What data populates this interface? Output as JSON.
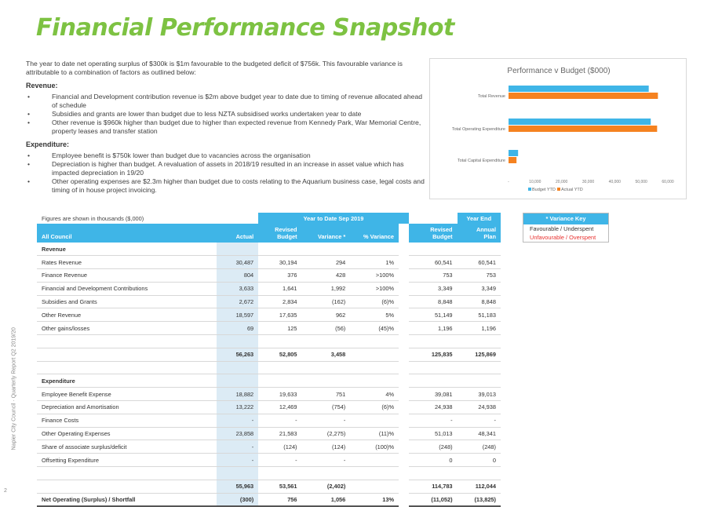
{
  "side": {
    "label": "Napier City Council · Quarterly Report Q2 2019/20",
    "page": "2"
  },
  "title": "Financial Performance Snapshot",
  "intro": "The year to date net operating surplus of $300k is $1m favourable to the budgeted deficit of $756k. This favourable variance is attributable to a combination of factors as outlined below:",
  "revenue": {
    "heading": "Revenue:",
    "items": [
      "Financial and Development contribution revenue is $2m above budget year to date due to timing of revenue allocated ahead of schedule",
      "Subsidies and grants are lower than budget due to less NZTA subsidised works undertaken year to date",
      "Other revenue is $960k higher than budget due to higher than expected revenue from Kennedy Park, War Memorial Centre, property leases and transfer station"
    ]
  },
  "expenditure": {
    "heading": "Expenditure:",
    "items": [
      "Employee benefit is $750k lower than budget due to vacancies across the organisation",
      "Depreciation is higher than budget. A revaluation of assets in 2018/19 resulted in an increase in asset value which has impacted depreciation in 19/20",
      "Other operating expenses are $2.3m higher than budget due to costs relating to the Aquarium business case, legal costs and timing of in house project invoicing."
    ]
  },
  "chart_data": {
    "type": "bar",
    "orientation": "horizontal",
    "title": "Performance v Budget ($000)",
    "categories": [
      "Total Revenue",
      "Total Operating Expenditure",
      "Total Capital Expenditure"
    ],
    "series": [
      {
        "name": "Budget YTD",
        "values": [
          52805,
          53561,
          3600
        ],
        "color": "#3fb5e7"
      },
      {
        "name": "Actual YTD",
        "values": [
          56263,
          55963,
          3000
        ],
        "color": "#f58220"
      }
    ],
    "xticks": [
      "-",
      "10,000",
      "20,000",
      "30,000",
      "40,000",
      "50,000",
      "60,000"
    ],
    "xlim": [
      0,
      60000
    ],
    "legend": "bottom-left",
    "grid": false
  },
  "table": {
    "note": "Figures are shown in thousands ($,000)",
    "group_ytd": "Year to Date Sep 2019",
    "group_ye": "Year End",
    "headers": {
      "name": "All Council",
      "actual": "Actual",
      "revised_budget": "Revised\nBudget",
      "variance": "Variance *",
      "pct_variance": "% Variance",
      "ye_revised_budget": "Revised\nBudget",
      "annual_plan": "Annual\nPlan"
    },
    "revenue_label": "Revenue",
    "revenue_rows": [
      {
        "name": "Rates Revenue",
        "actual": "30,487",
        "budget": "30,194",
        "variance": "294",
        "pct": "1%",
        "pct_cls": "",
        "var_cls": "",
        "ye_budget": "60,541",
        "plan": "60,541"
      },
      {
        "name": "Finance Revenue",
        "actual": "804",
        "budget": "376",
        "variance": "428",
        "pct": ">100%",
        "pct_cls": "fav",
        "var_cls": "",
        "ye_budget": "753",
        "plan": "753"
      },
      {
        "name": "Financial and Development Contributions",
        "actual": "3,633",
        "budget": "1,641",
        "variance": "1,992",
        "pct": ">100%",
        "pct_cls": "fav",
        "var_cls": "",
        "ye_budget": "3,349",
        "plan": "3,349"
      },
      {
        "name": "Subsidies and Grants",
        "actual": "2,672",
        "budget": "2,834",
        "variance": "(162)",
        "pct": "(6)%",
        "pct_cls": "unfav",
        "var_cls": "unfav",
        "ye_budget": "8,848",
        "plan": "8,848"
      },
      {
        "name": "Other Revenue",
        "actual": "18,597",
        "budget": "17,635",
        "variance": "962",
        "pct": "5%",
        "pct_cls": "",
        "var_cls": "",
        "ye_budget": "51,149",
        "plan": "51,183"
      },
      {
        "name": "Other gains/losses",
        "actual": "69",
        "budget": "125",
        "variance": "(56)",
        "pct": "(45)%",
        "pct_cls": "unfav",
        "var_cls": "unfav",
        "ye_budget": "1,196",
        "plan": "1,196"
      }
    ],
    "revenue_total": {
      "actual": "56,263",
      "budget": "52,805",
      "variance": "3,458",
      "pct": "",
      "ye_budget": "125,835",
      "plan": "125,869"
    },
    "expenditure_label": "Expenditure",
    "expenditure_rows": [
      {
        "name": "Employee Benefit Expense",
        "actual": "18,882",
        "budget": "19,633",
        "variance": "751",
        "pct": "4%",
        "pct_cls": "",
        "var_cls": "",
        "ye_budget": "39,081",
        "plan": "39,013"
      },
      {
        "name": "Depreciation and Amortisation",
        "actual": "13,222",
        "budget": "12,469",
        "variance": "(754)",
        "pct": "(6)%",
        "pct_cls": "unfav",
        "var_cls": "unfav",
        "ye_budget": "24,938",
        "plan": "24,938"
      },
      {
        "name": "Finance Costs",
        "actual": "-",
        "budget": "-",
        "variance": "-",
        "pct": "",
        "pct_cls": "",
        "var_cls": "",
        "ye_budget": "-",
        "plan": "-"
      },
      {
        "name": "Other Operating Expenses",
        "actual": "23,858",
        "budget": "21,583",
        "variance": "(2,275)",
        "pct": "(11)%",
        "pct_cls": "unfav",
        "var_cls": "unfav",
        "ye_budget": "51,013",
        "plan": "48,341"
      },
      {
        "name": "Share of associate surplus/deficit",
        "actual": "-",
        "budget": "(124)",
        "variance": "(124)",
        "pct": "(100)%",
        "pct_cls": "unfav",
        "var_cls": "unfav",
        "ye_budget": "(248)",
        "plan": "(248)"
      },
      {
        "name": "Offsetting Expenditure",
        "actual": "-",
        "budget": "-",
        "variance": "-",
        "pct": "",
        "pct_cls": "",
        "var_cls": "",
        "ye_budget": "0",
        "plan": "0"
      }
    ],
    "expenditure_total": {
      "actual": "55,963",
      "budget": "53,561",
      "variance": "(2,402)",
      "pct": "",
      "ye_budget": "114,783",
      "plan": "112,044"
    },
    "net": {
      "name": "Net Operating (Surplus) / Shortfall",
      "actual": "(300)",
      "budget": "756",
      "variance": "1,056",
      "pct": "13%",
      "ye_budget": "(11,052)",
      "plan": "(13,825)"
    }
  },
  "key": {
    "title": "* Variance Key",
    "favourable": "Favourable / Underspent",
    "unfavourable": "Unfavourable / Overspent"
  },
  "colors": {
    "title_green": "#7dc242",
    "header_blue": "#3fb5e7",
    "actual_orange": "#f58220",
    "unfavourable_red": "#e8312f"
  }
}
